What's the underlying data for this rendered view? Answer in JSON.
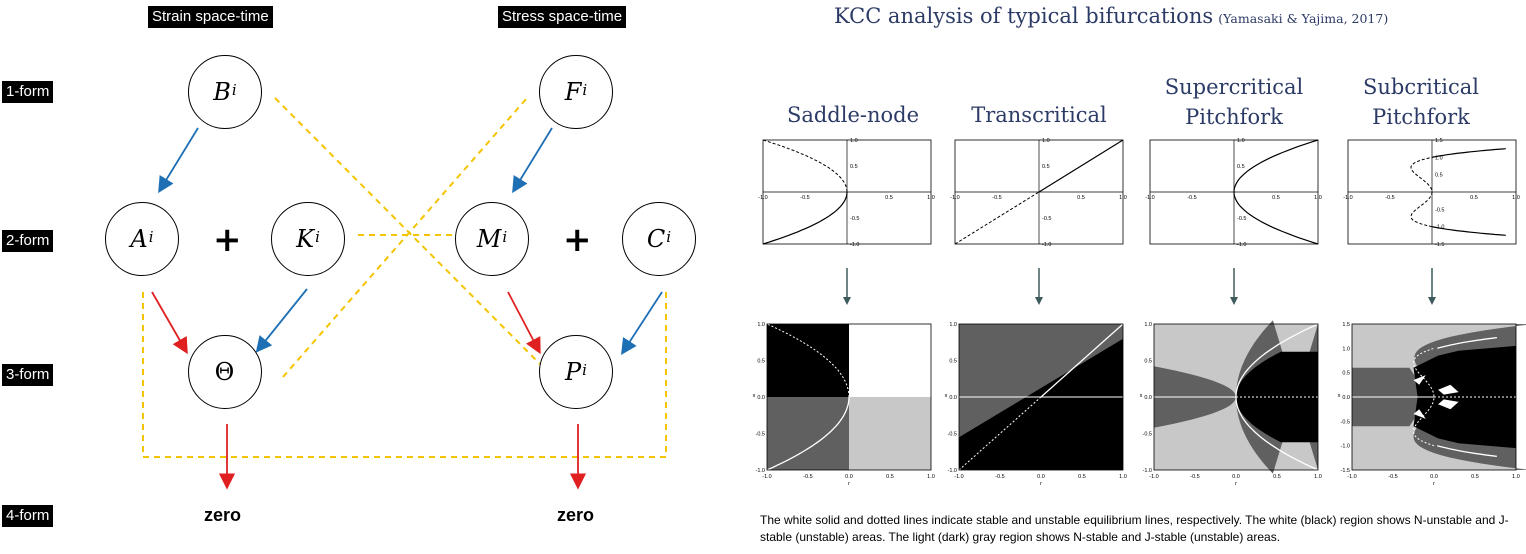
{
  "left": {
    "strain_label": "Strain space-time",
    "stress_label": "Stress space-time",
    "rows": [
      "1-form",
      "2-form",
      "3-form",
      "4-form"
    ],
    "nodes": {
      "B": {
        "base": "B",
        "sup": "i"
      },
      "F": {
        "base": "F",
        "sup": "i"
      },
      "A": {
        "base": "A",
        "sup": "i"
      },
      "K": {
        "base": "K",
        "sup": "i"
      },
      "M": {
        "base": "M",
        "sup": "i"
      },
      "C": {
        "base": "C",
        "sup": "i"
      },
      "Theta": {
        "base": "Θ",
        "sup": ""
      },
      "P": {
        "base": "P",
        "sup": "i"
      }
    },
    "plus": "+",
    "zero": "zero",
    "colors": {
      "blue": "#1f6fb5",
      "red": "#e02020",
      "yellow": "#f5c400"
    }
  },
  "right": {
    "title": "KCC analysis of typical bifurcations",
    "citation": "(Yamasaki &  Yajima, 2017)",
    "panels": [
      {
        "title_line1": "Saddle-node",
        "title_line2": ""
      },
      {
        "title_line1": "Transcritical",
        "title_line2": ""
      },
      {
        "title_line1": "Supercritical",
        "title_line2": "Pitchfork"
      },
      {
        "title_line1": "Subcritical",
        "title_line2": "Pitchfork"
      }
    ],
    "small_ticks": {
      "x": [
        "-1.0",
        "-0.5",
        "0.5",
        "1.0"
      ],
      "y_default": [
        "1.0",
        "0.5",
        "-0.5",
        "-1.0"
      ],
      "y_sub": [
        "1.5",
        "1.0",
        "0.5",
        "-0.5",
        "-1.0",
        "-1.5"
      ]
    },
    "map_ticks": {
      "x": [
        "-1.0",
        "-0.5",
        "0.0",
        "0.5",
        "1.0"
      ],
      "y_default": [
        "1.0",
        "0.5",
        "0.0",
        "-0.5",
        "-1.0"
      ],
      "y_sub": [
        "1.5",
        "1.0",
        "0.5",
        "0.0",
        "-0.5",
        "-1.0",
        "-1.5"
      ],
      "x_label": "r",
      "y_label": "x"
    },
    "colors": {
      "title": "#2c3b66",
      "arrow": "#3d5a5c",
      "black": "#000000",
      "dark_gray": "#606060",
      "light_gray": "#c8c8c8",
      "white": "#ffffff"
    },
    "caption": "The white solid and dotted lines indicate stable and unstable equilibrium lines, respectively. The white (black) region shows N-unstable and J-stable (unstable) areas. The light (dark) gray region shows N-stable and J-stable (unstable) areas."
  }
}
